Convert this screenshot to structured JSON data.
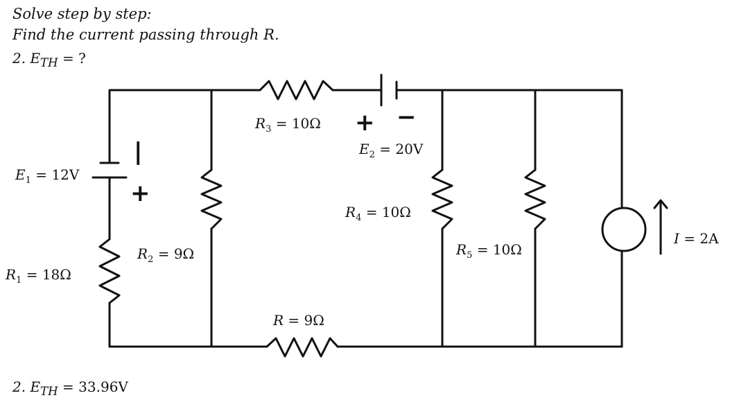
{
  "question": {
    "line1": "Solve step by step:",
    "line2": "Find the current passing through R.",
    "line3_prefix": "2. E",
    "line3_sub": "TH",
    "line3_suffix": " = ?"
  },
  "answer": {
    "prefix": "2. E",
    "sub": "TH",
    "eq": " = ",
    "value": "33.96V"
  },
  "components": {
    "R3": {
      "sym": "R",
      "sub": "3",
      "value": " = 10Ω"
    },
    "E2": {
      "sym": "E",
      "sub": "2",
      "value": " = 20V"
    },
    "E1": {
      "sym": "E",
      "sub": "1",
      "value": " = 12V"
    },
    "R4": {
      "sym": "R",
      "sub": "4",
      "value": " = 10Ω"
    },
    "R2": {
      "sym": "R",
      "sub": "2",
      "value": " = 9Ω"
    },
    "R5": {
      "sym": "R",
      "sub": "5",
      "value": " = 10Ω"
    },
    "R1": {
      "sym": "R",
      "sub": "1",
      "value": " = 18Ω"
    },
    "R": {
      "sym": "R",
      "value": " = 9Ω"
    },
    "I": {
      "sym": "I",
      "value": " = 2A"
    }
  },
  "polarity": {
    "plus": "+",
    "minus": "−",
    "bar": "|"
  },
  "colors": {
    "ink": "#111111",
    "background": "#ffffff"
  }
}
